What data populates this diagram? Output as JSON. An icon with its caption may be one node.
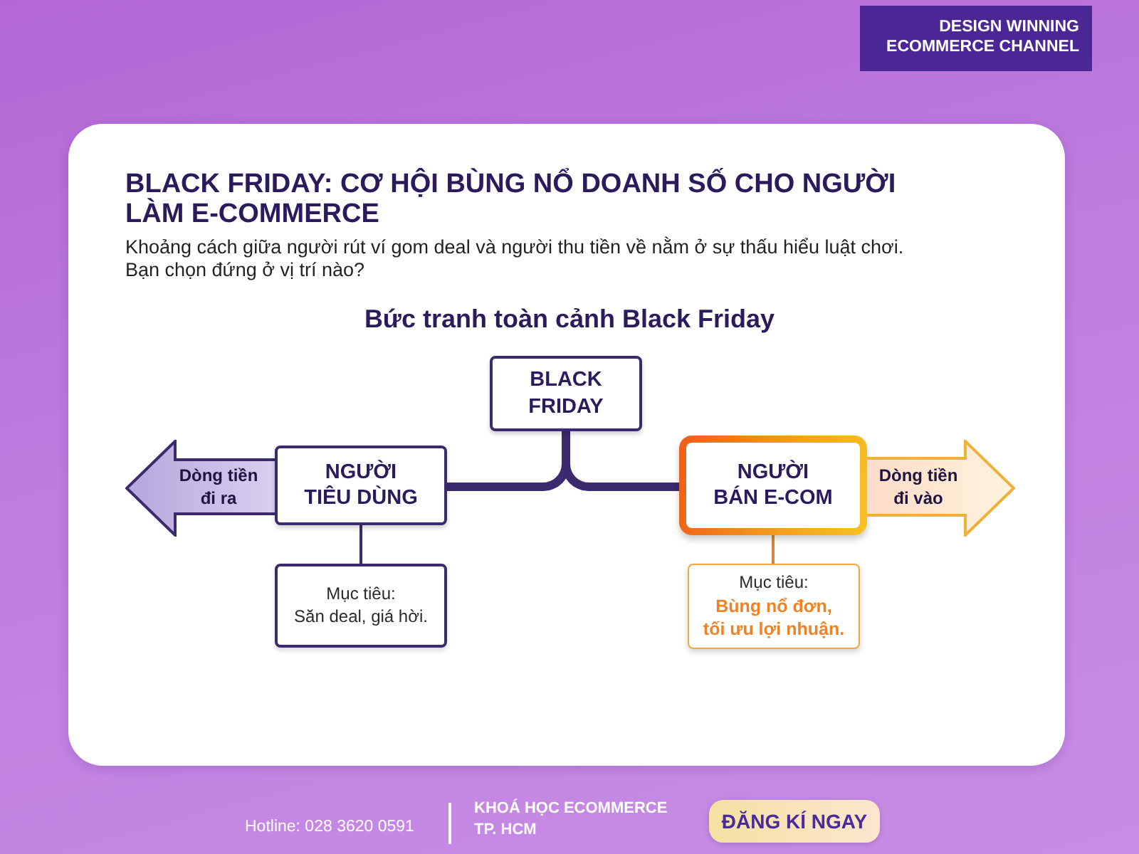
{
  "diagram": {
    "title": "BLACK FRIDAY: CƠ HỘI BÙNG NỔ DOANH SỐ CHO NGƯỜI LÀM E-COMMERCE",
    "nodes": [
      {
        "text": [
          "BLACK FRIDAY"
        ]
      },
      {
        "text": [
          "Dòng tiền đi ra"
        ]
      },
      {
        "text": [
          "NGƯỜI TIÊU DÙNG"
        ]
      },
      {
        "text": [
          "NGƯỜI BÁN E-COM"
        ]
      },
      {
        "text": [
          "Dòng tiền đi vào"
        ]
      },
      {
        "text": [
          "Mục tiêu:",
          "Săn deal, giá hời."
        ]
      },
      {
        "text": [
          "Mục tiêu:",
          "Bùng nổ đơn, tối ưu lợi nhuận."
        ]
      }
    ],
    "edges": [
      {
        "from": 0,
        "to": 2,
        "arrow": "none",
        "style": "thick"
      },
      {
        "from": 0,
        "to": 3,
        "arrow": "none",
        "style": "thick"
      },
      {
        "from": 2,
        "to": 5,
        "arrow": "none"
      },
      {
        "from": 3,
        "to": 6,
        "arrow": "none",
        "color": "#d4883e"
      }
    ],
    "labels": [
      "DESIGN WINNING ECOMMERCE CHANNEL",
      "Khoảng cách giữa người rút ví gom deal và người thu tiền về nằm ở sự thấu hiểu luật chơi. Bạn chọn đứng ở vị trí nào?",
      "Bức tranh toàn cảnh Black Friday",
      "Hotline: 028 3620 0591",
      "KHOÁ HỌC ECOMMERCE",
      "TP. HCM",
      "ĐĂNG KÍ NGAY"
    ]
  }
}
